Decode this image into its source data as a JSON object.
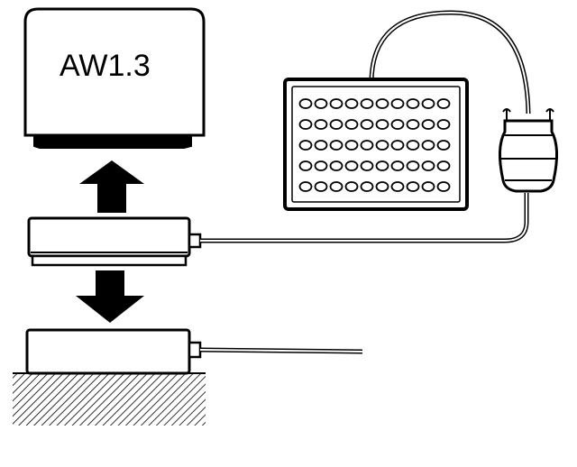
{
  "display": {
    "label": "AW1.3"
  },
  "keypad": {
    "rows": 5,
    "columns": 10
  },
  "colors": {
    "ink": "#000000",
    "paper": "#ffffff"
  }
}
